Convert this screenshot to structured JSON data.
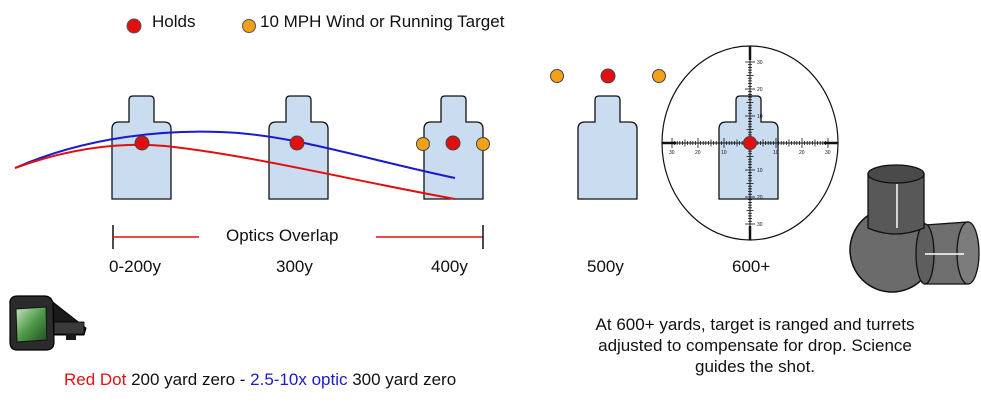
{
  "legend": {
    "holds_label": "Holds",
    "wind_label": "10 MPH Wind or Running Target",
    "colors": {
      "hold": "#e01010",
      "wind": "#f5a019"
    }
  },
  "overlap_label": "Optics Overlap",
  "distances": [
    "0-200y",
    "300y",
    "400y",
    "500y",
    "600+"
  ],
  "reticle_ticks": {
    "horizontal": [
      "30",
      "20",
      "10",
      "10",
      "20",
      "30"
    ],
    "vertical": [
      "30",
      "20",
      "10",
      "10",
      "20",
      "30"
    ]
  },
  "caption": "At 600+ yards, target is ranged and turrets adjusted to compensate for drop. Science guides the shot.",
  "bottom_note": {
    "red_dot": "Red Dot",
    "red_dot_zero": " 200 yard zero - ",
    "optic": "2.5-10x optic",
    "optic_zero": " 300 yard zero"
  },
  "colors": {
    "target_fill": "#c9dcf0",
    "red_curve": "#e01010",
    "blue_curve": "#1a1ad0",
    "turret": "#6b6b6b"
  },
  "icons": [
    "red-dot-sight-icon",
    "scope-turret-icon",
    "reticle-icon"
  ]
}
